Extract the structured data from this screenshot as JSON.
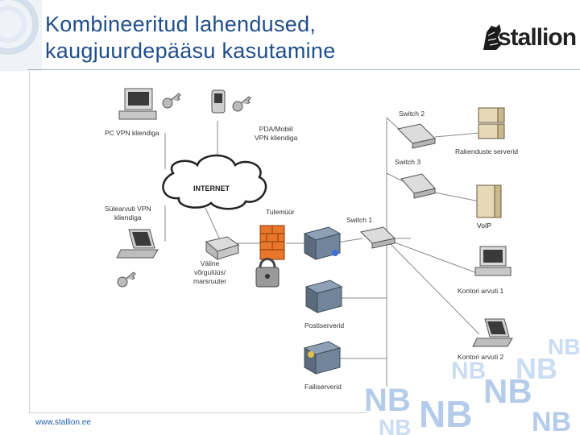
{
  "slide": {
    "title_line1": "Kombineeritud lahendused,",
    "title_line2": "kaugjuurdepääsu kasutamine",
    "logo_text": "stallion",
    "footer_url": "www.stallion.ee"
  },
  "diagram": {
    "labels": {
      "pc_vpn": "PC VPN kliendiga",
      "pda_line1": "PDA/Mobiil",
      "pda_line2": "VPN kliendiga",
      "internet": "INTERNET",
      "laptop_line1": "Sülearvuti VPN",
      "laptop_line2": "kliendiga",
      "router_line1": "Väline",
      "router_line2": "võrgulüüs/",
      "router_line3": "marsruuter",
      "firewall": "Tulemüür",
      "switch1": "Switch 1",
      "switch2": "Switch 2",
      "switch3": "Switch 3",
      "app_servers": "Rakenduste serverid",
      "voip": "VoIP",
      "office_pc1": "Kontori arvuti 1",
      "office_pc2": "Kontori arvuti 2",
      "mail_servers": "Postiserverid",
      "file_servers": "Failiserverid"
    }
  },
  "colors": {
    "title": "#1f4e8c",
    "firewall": "#e8762b",
    "watermark": "#2a6fc4"
  }
}
